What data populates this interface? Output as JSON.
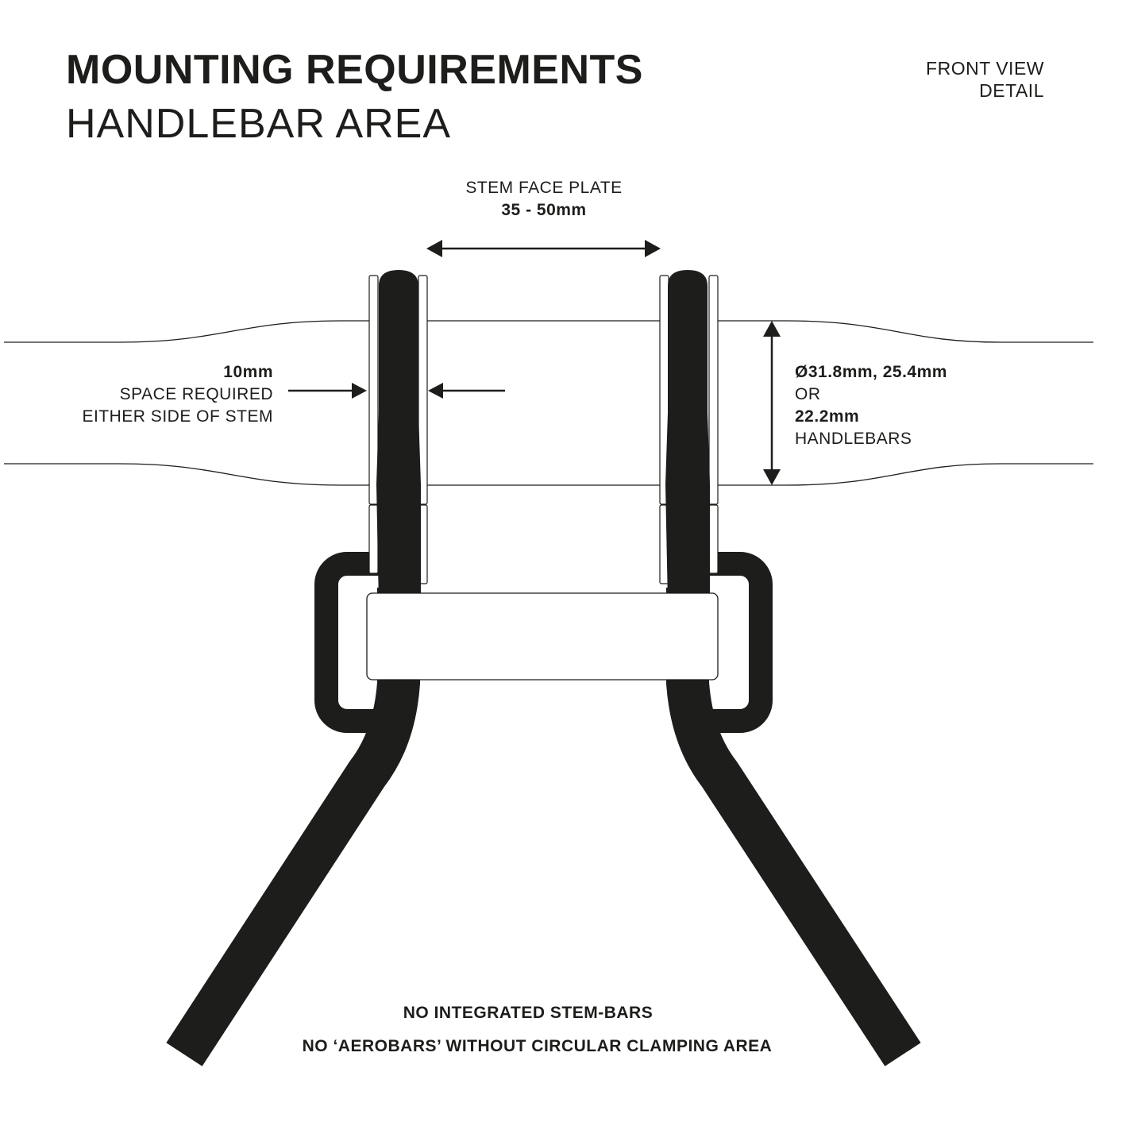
{
  "header": {
    "title": "MOUNTING REQUIREMENTS",
    "subtitle": "HANDLEBAR AREA",
    "view_line1": "FRONT VIEW",
    "view_line2": "DETAIL"
  },
  "stem_face_plate": {
    "label": "STEM FACE PLATE",
    "value": "35 - 50mm"
  },
  "spacing": {
    "value": "10mm",
    "line1": "SPACE REQUIRED",
    "line2": "EITHER SIDE OF STEM"
  },
  "handlebars": {
    "line1": "Ø31.8mm, 25.4mm",
    "line2": "OR",
    "line3": "22.2mm",
    "line4": "HANDLEBARS"
  },
  "notes": [
    "NO INTEGRATED STEM-BARS",
    "NO ‘AEROBARS’ WITHOUT CIRCULAR CLAMPING AREA"
  ],
  "colors": {
    "ink": "#1d1d1b",
    "background": "#ffffff"
  }
}
